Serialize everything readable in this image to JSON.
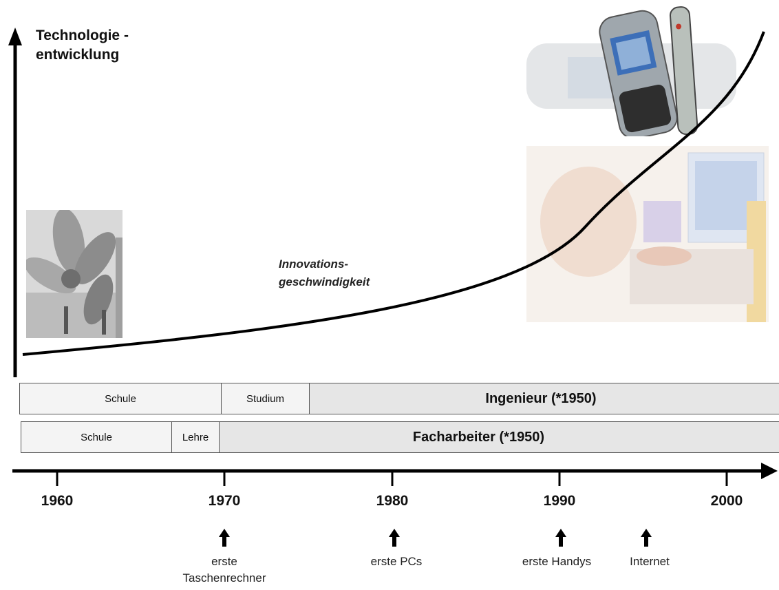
{
  "y_axis": {
    "label_line1": "Technologie -",
    "label_line2": "entwicklung"
  },
  "curve": {
    "label_line1": "Innovations-",
    "label_line2": "geschwindigkeit"
  },
  "ingenieur_row": {
    "schule": "Schule",
    "studium": "Studium",
    "career": "Ingenieur (*1950)"
  },
  "facharbeiter_row": {
    "schule": "Schule",
    "lehre": "Lehre",
    "career": "Facharbeiter (*1950)"
  },
  "years": [
    "1960",
    "1970",
    "1980",
    "1990",
    "2000"
  ],
  "events": [
    {
      "line1": "erste",
      "line2": "Taschenrechner"
    },
    {
      "line1": "erste PCs",
      "line2": ""
    },
    {
      "line1": "erste Handys",
      "line2": ""
    },
    {
      "line1": "Internet",
      "line2": ""
    }
  ],
  "images": [
    "ship-propeller-photo",
    "mobile-phones-photo",
    "computer-workstation-photo"
  ]
}
